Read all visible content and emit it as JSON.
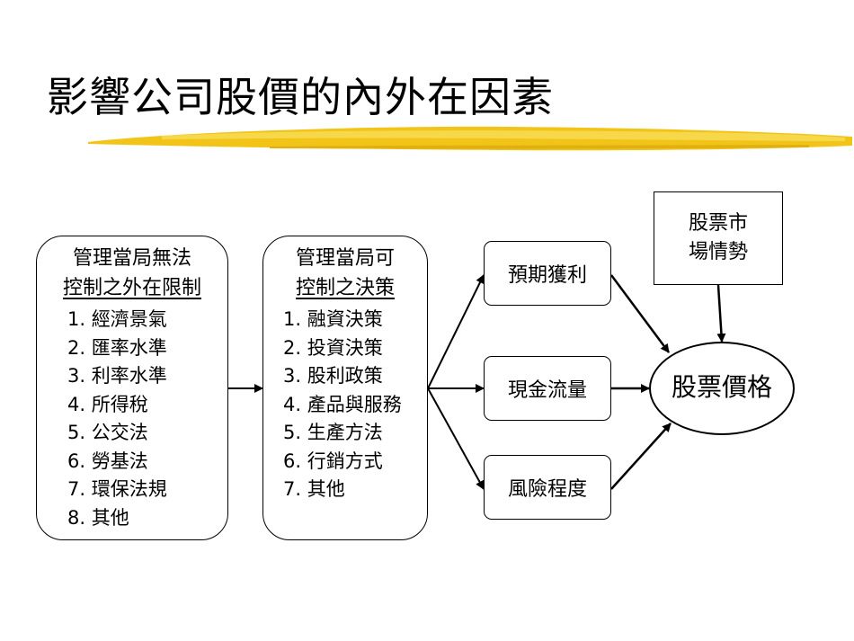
{
  "title": "影響公司股價的內外在因素",
  "external_factors": {
    "heading_line1": "管理當局無法",
    "heading_line2": "控制之外在限制",
    "items": [
      "1. 經濟景氣",
      "2. 匯率水準",
      "3. 利率水準",
      "4. 所得稅",
      "5. 公交法",
      "6. 勞基法",
      "7. 環保法規",
      "8. 其他"
    ]
  },
  "internal_decisions": {
    "heading_line1": "管理當局可",
    "heading_line2": "控制之決策",
    "items": [
      "1. 融資決策",
      "2. 投資決策",
      "3. 股利政策",
      "4. 產品與服務",
      "5. 生產方法",
      "6. 行銷方式",
      "7. 其他"
    ]
  },
  "drivers": {
    "expected_earnings": "預期獲利",
    "cash_flow": "現金流量",
    "risk_level": "風險程度"
  },
  "market": {
    "line1": "股票市",
    "line2": "場情勢"
  },
  "stock_price": "股票價格",
  "colors": {
    "brush": "#f2c418",
    "line": "#000000"
  }
}
